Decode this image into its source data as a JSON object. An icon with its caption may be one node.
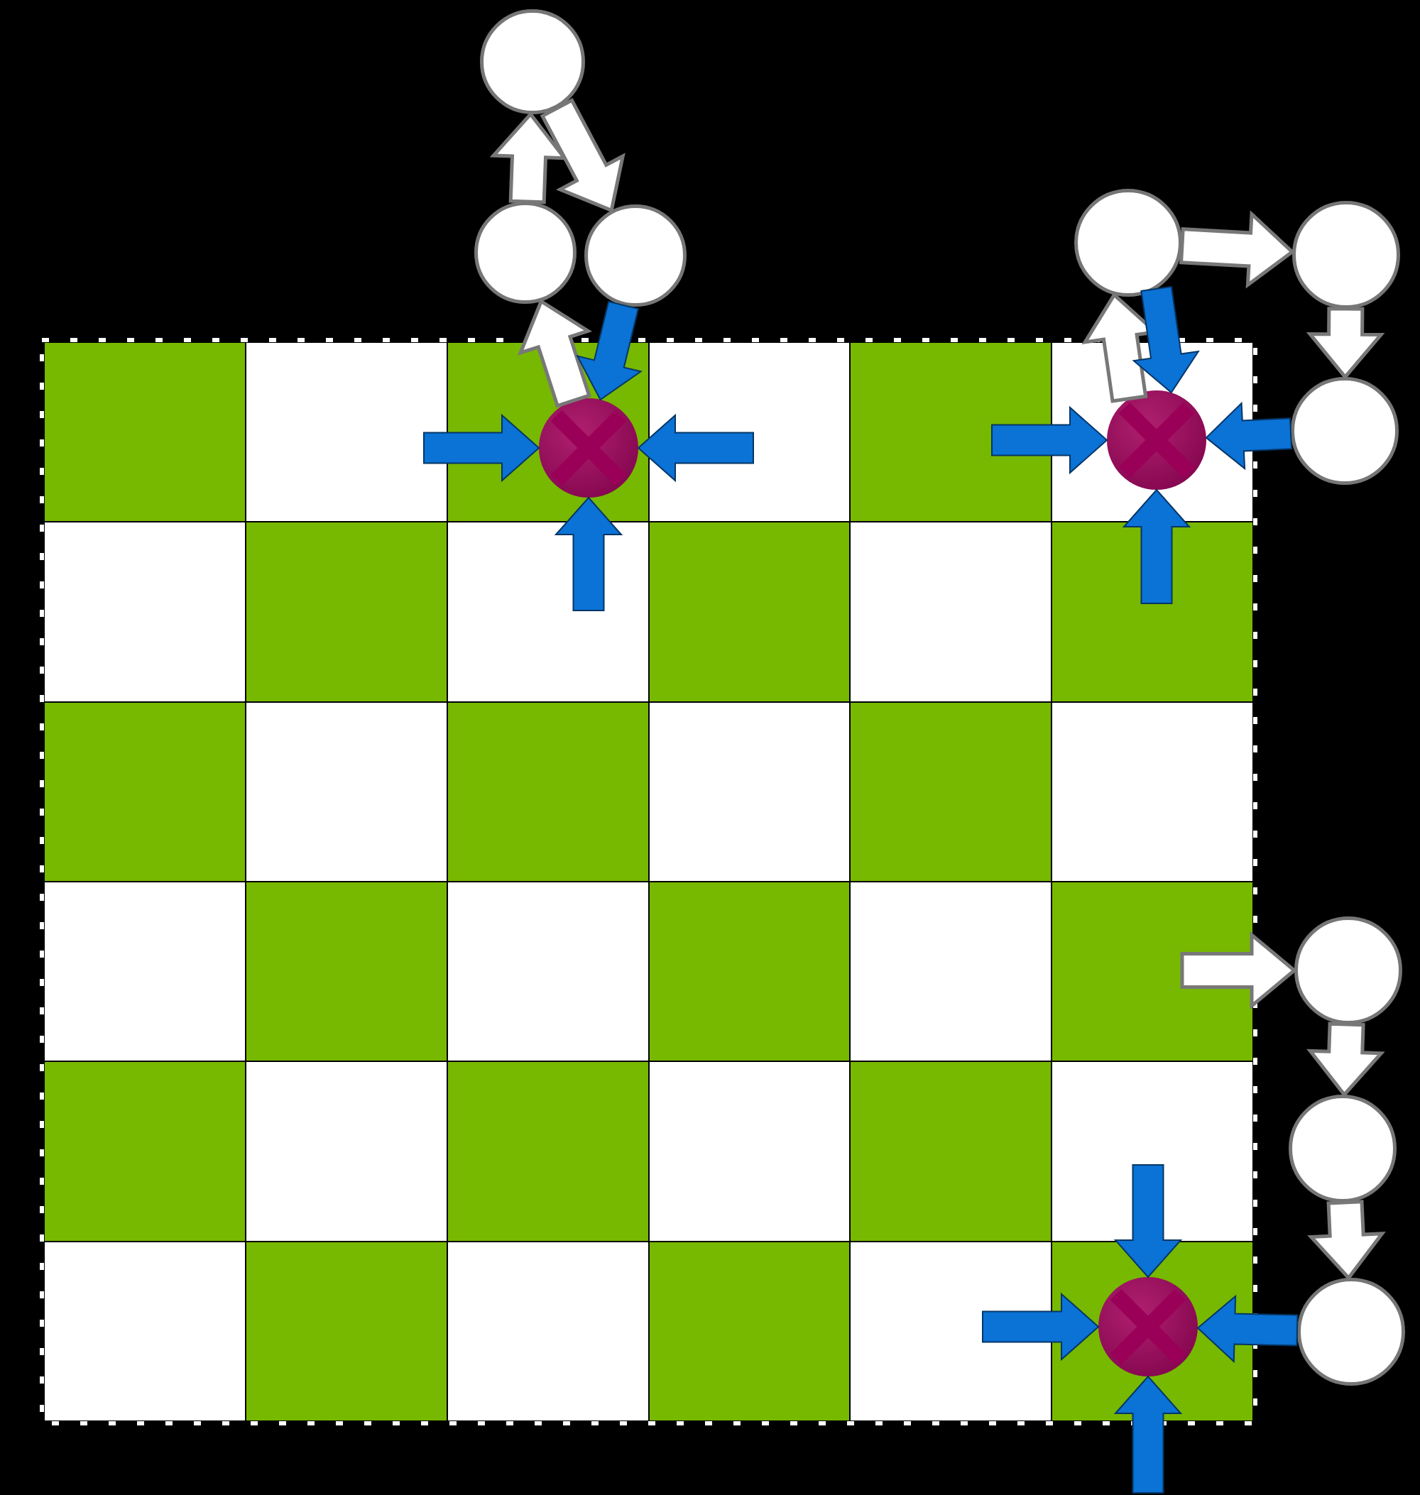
{
  "diagram": {
    "nodes": [
      {
        "text": [],
        "shape": "circle"
      },
      {
        "text": [],
        "shape": "circle"
      },
      {
        "text": [],
        "shape": "circle"
      },
      {
        "text": [],
        "shape": "circle"
      },
      {
        "text": [],
        "shape": "circle"
      },
      {
        "text": [],
        "shape": "circle"
      },
      {
        "text": [],
        "shape": "circle"
      },
      {
        "text": [],
        "shape": "circle"
      },
      {
        "text": [],
        "shape": "circle"
      },
      {
        "text": [],
        "shape": "circle"
      },
      {
        "text": [],
        "shape": "circle"
      },
      {
        "text": [],
        "shape": "circle"
      }
    ],
    "edges": [
      {
        "from": 1,
        "to": 0,
        "arrow": "to",
        "color": "#ffffff"
      },
      {
        "from": 0,
        "to": 2,
        "arrow": "to",
        "color": "#ffffff"
      },
      {
        "from": 6,
        "to": 1,
        "arrow": "to",
        "color": "#ffffff"
      },
      {
        "from": 3,
        "to": 4,
        "arrow": "to",
        "color": "#ffffff"
      },
      {
        "from": 4,
        "to": 5,
        "arrow": "to",
        "color": "#ffffff"
      },
      {
        "from": 7,
        "to": 3,
        "arrow": "to",
        "color": "#ffffff"
      },
      {
        "from": null,
        "to": 8,
        "arrow": "to",
        "color": "#ffffff"
      },
      {
        "from": 8,
        "to": 9,
        "arrow": "to",
        "color": "#ffffff"
      },
      {
        "from": 9,
        "to": 10,
        "arrow": "to",
        "color": "#ffffff"
      },
      {
        "from": null,
        "to": 6,
        "arrow": "to"
      },
      {
        "from": null,
        "to": 6,
        "arrow": "to"
      },
      {
        "from": 2,
        "to": 6,
        "arrow": "to"
      },
      {
        "from": null,
        "to": 6,
        "arrow": "to"
      },
      {
        "from": null,
        "to": 7,
        "arrow": "to"
      },
      {
        "from": 5,
        "to": 7,
        "arrow": "to"
      },
      {
        "from": 3,
        "to": 7,
        "arrow": "to"
      },
      {
        "from": null,
        "to": 7,
        "arrow": "to"
      },
      {
        "from": null,
        "to": 11,
        "arrow": "to"
      },
      {
        "from": 10,
        "to": 11,
        "arrow": "to"
      },
      {
        "from": null,
        "to": 11,
        "arrow": "to"
      },
      {
        "from": null,
        "to": 11,
        "arrow": "to"
      }
    ]
  }
}
